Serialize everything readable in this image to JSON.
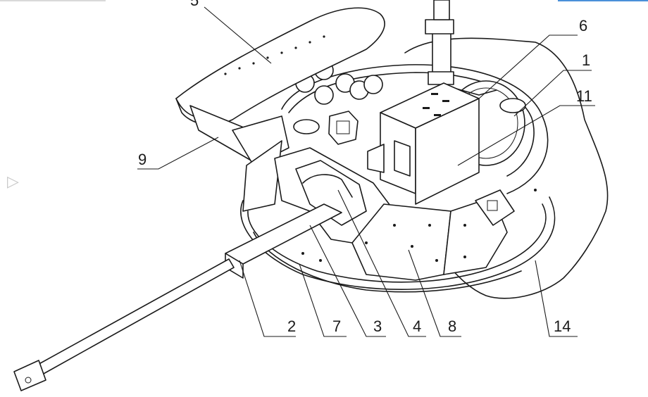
{
  "callouts": {
    "c1": "1",
    "c2": "2",
    "c3": "3",
    "c4": "4",
    "c5": "5",
    "c6": "6",
    "c7": "7",
    "c8": "8",
    "c9": "9",
    "c11": "11",
    "c14": "14"
  },
  "ui": {
    "edge_icon": "chevron-right-icon",
    "accent_color": "#4a90d9"
  }
}
